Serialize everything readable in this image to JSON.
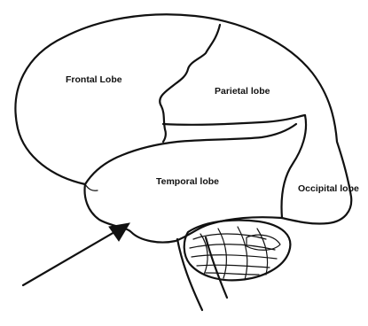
{
  "diagram": {
    "labels": {
      "frontal": "Frontal Lobe",
      "parietal": "Parietal lobe",
      "temporal": "Temporal lobe",
      "occipital": "Occipital lobe"
    }
  }
}
